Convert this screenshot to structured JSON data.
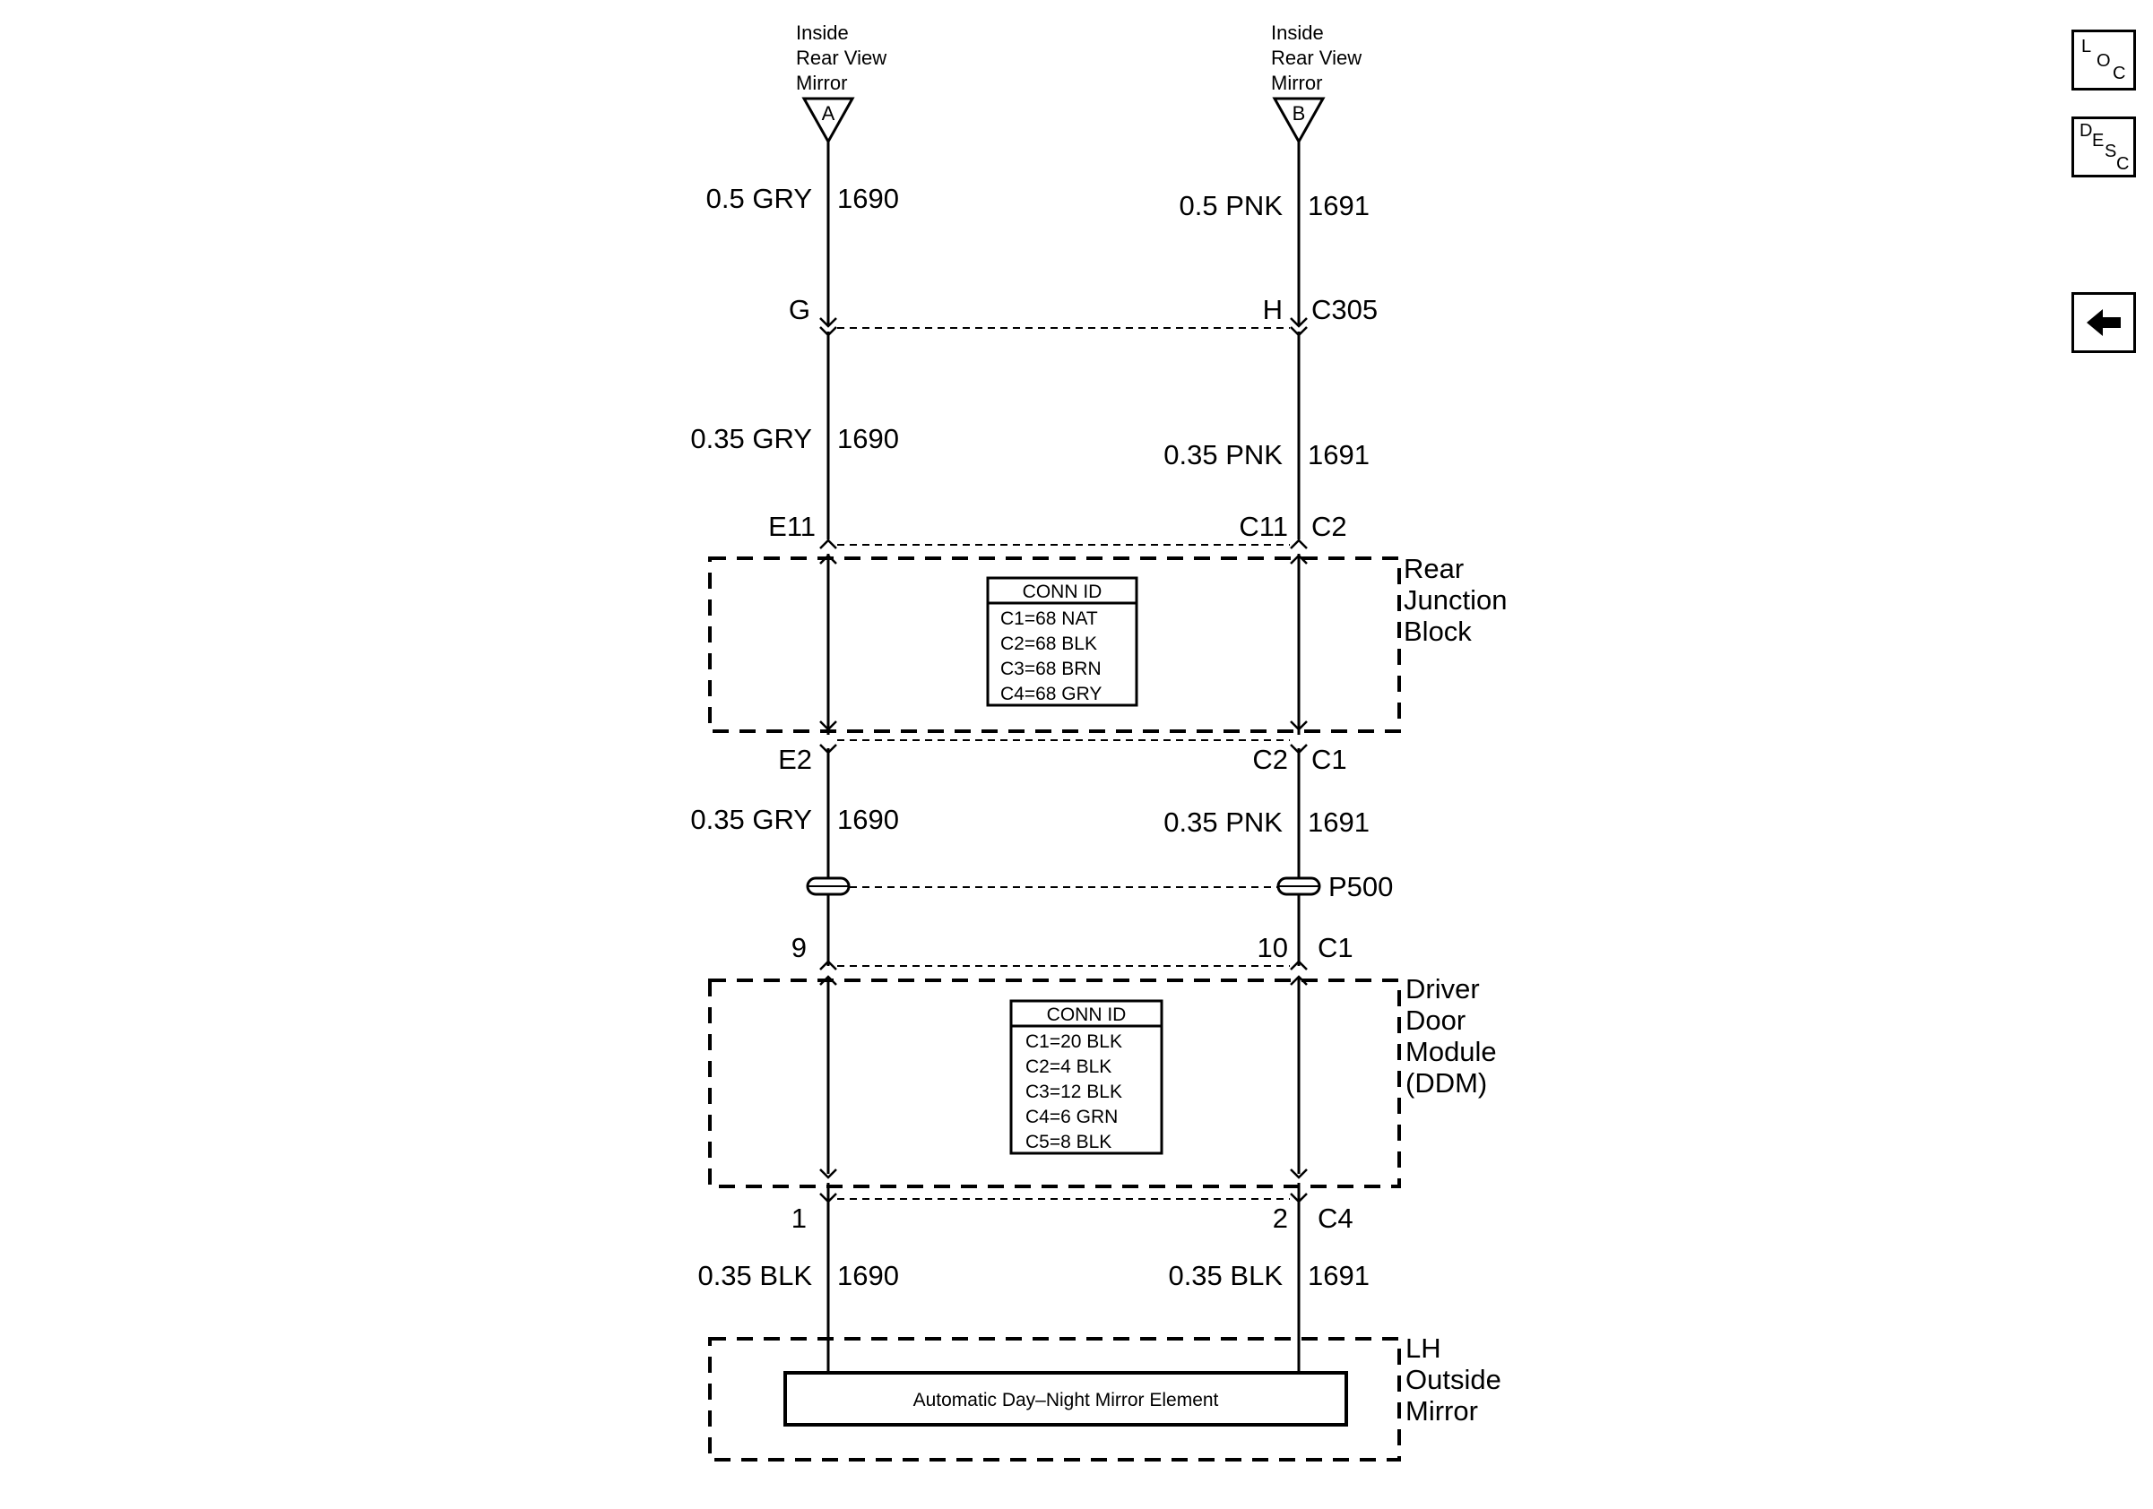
{
  "top_connectors": [
    {
      "label_lines": [
        "Inside",
        "Rear View",
        "Mirror"
      ],
      "letter": "A"
    },
    {
      "label_lines": [
        "Inside",
        "Rear View",
        "Mirror"
      ],
      "letter": "B"
    }
  ],
  "wires": {
    "seg1": {
      "left_color": "0.5 GRY",
      "left_circuit": "1690",
      "right_color": "0.5 PNK",
      "right_circuit": "1691"
    },
    "seg2": {
      "left_color": "0.35 GRY",
      "left_circuit": "1690",
      "right_color": "0.35 PNK",
      "right_circuit": "1691"
    },
    "seg3": {
      "left_color": "0.35 GRY",
      "left_circuit": "1690",
      "right_color": "0.35 PNK",
      "right_circuit": "1691"
    },
    "seg4": {
      "left_color": "0.35 BLK",
      "left_circuit": "1690",
      "right_color": "0.35 BLK",
      "right_circuit": "1691"
    }
  },
  "pins": {
    "c305": {
      "left": "G",
      "right": "H",
      "name": "C305"
    },
    "rjb_top": {
      "left": "E11",
      "right": "C11",
      "name": "C2"
    },
    "rjb_bottom": {
      "left": "E2",
      "right": "C2",
      "name": "C1"
    },
    "splice": {
      "name": "P500"
    },
    "ddm_top": {
      "left": "9",
      "right": "10",
      "name": "C1"
    },
    "ddm_bottom": {
      "left": "1",
      "right": "2",
      "name": "C4"
    }
  },
  "components": {
    "rear_junction_block": {
      "name_lines": [
        "Rear",
        "Junction",
        "Block"
      ],
      "conn_id_title": "CONN ID",
      "conn_ids": [
        "C1=68 NAT",
        "C2=68 BLK",
        "C3=68 BRN",
        "C4=68 GRY"
      ]
    },
    "driver_door_module": {
      "name_lines": [
        "Driver",
        "Door",
        "Module",
        "(DDM)"
      ],
      "conn_id_title": "CONN ID",
      "conn_ids": [
        "C1=20 BLK",
        "C2=4 BLK",
        "C3=12 BLK",
        "C4=6 GRN",
        "C5=8 BLK"
      ]
    },
    "lh_outside_mirror": {
      "name_lines": [
        "LH",
        "Outside",
        "Mirror"
      ],
      "element_label": "Automatic Day–Night Mirror Element"
    }
  },
  "nav": {
    "loc": [
      "L",
      "O",
      "C"
    ],
    "desc": [
      "D",
      "E",
      "S",
      "C"
    ],
    "back_icon": "left-arrow-icon"
  }
}
